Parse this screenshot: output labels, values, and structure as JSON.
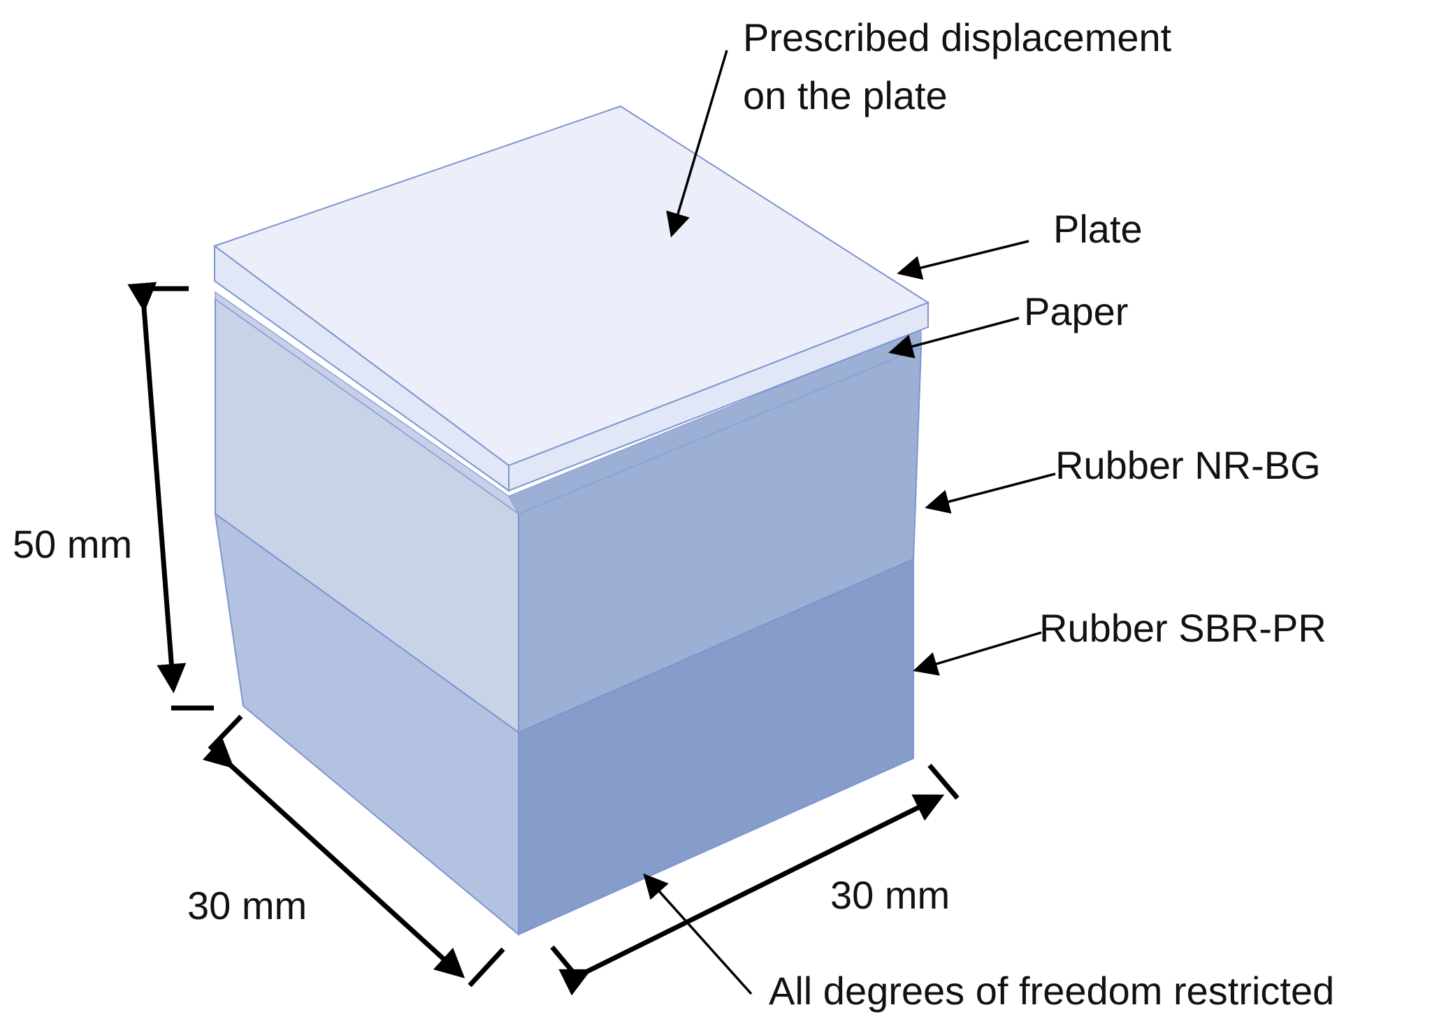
{
  "labels": {
    "prescribed_line1": "Prescribed displacement",
    "prescribed_line2": "on the plate",
    "plate": "Plate",
    "paper": "Paper",
    "rubber_nr": "Rubber NR-BG",
    "rubber_sbr": "Rubber SBR-PR",
    "height": "50 mm",
    "depth": "30 mm",
    "width": "30 mm",
    "boundary": "All degrees of freedom restricted"
  },
  "colors": {
    "plate_top": "#eceffa",
    "plate_edge": "#e1e7f6",
    "plate_stroke": "#7d94cf",
    "paper_sliver": "#c7d0e8",
    "nr_left": "#c9d3e8",
    "nr_right": "#9cafd4",
    "sbr_left": "#b2c2e0",
    "sbr_right": "#869dcb",
    "ink": "#000000"
  }
}
